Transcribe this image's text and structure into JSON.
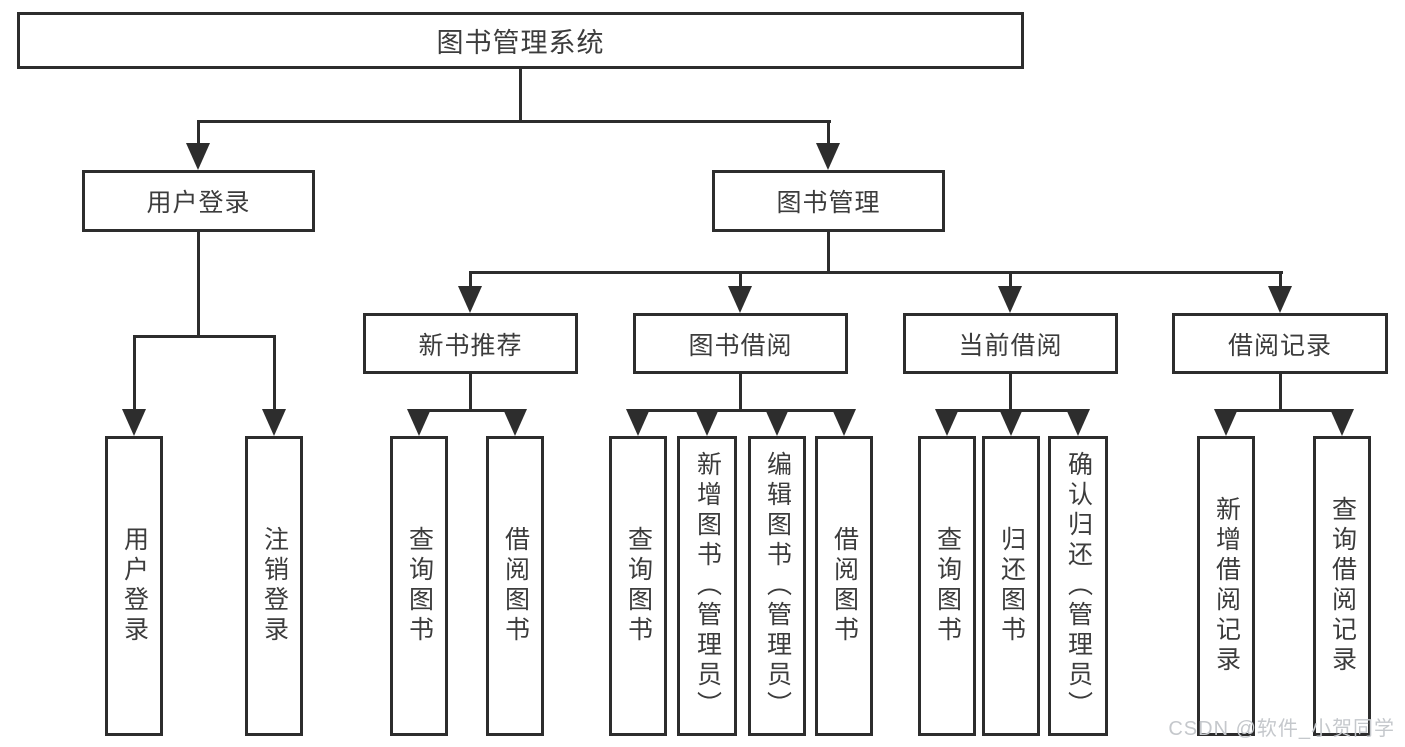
{
  "tree": {
    "root": {
      "label": "图书管理系统",
      "children": [
        {
          "label": "用户登录",
          "children": [
            {
              "label": "用户登录"
            },
            {
              "label": "注销登录"
            }
          ]
        },
        {
          "label": "图书管理",
          "children": [
            {
              "label": "新书推荐",
              "children": [
                {
                  "label": "查询图书"
                },
                {
                  "label": "借阅图书"
                }
              ]
            },
            {
              "label": "图书借阅",
              "children": [
                {
                  "label": "查询图书"
                },
                {
                  "label": "新增图书（管理员）"
                },
                {
                  "label": "编辑图书（管理员）"
                },
                {
                  "label": "借阅图书"
                }
              ]
            },
            {
              "label": "当前借阅",
              "children": [
                {
                  "label": "查询图书"
                },
                {
                  "label": "归还图书"
                },
                {
                  "label": "确认归还（管理员）"
                }
              ]
            },
            {
              "label": "借阅记录",
              "children": [
                {
                  "label": "新增借阅记录"
                },
                {
                  "label": "查询借阅记录"
                }
              ]
            }
          ]
        }
      ]
    }
  },
  "watermark": {
    "text": "CSDN @软件_小贺同学"
  },
  "colors": {
    "bg": "#ffffff",
    "node-bg": "#ffffff",
    "line": "#2d2d2d",
    "text": "#3c3c3c",
    "watermark": "#c5c8cc"
  }
}
